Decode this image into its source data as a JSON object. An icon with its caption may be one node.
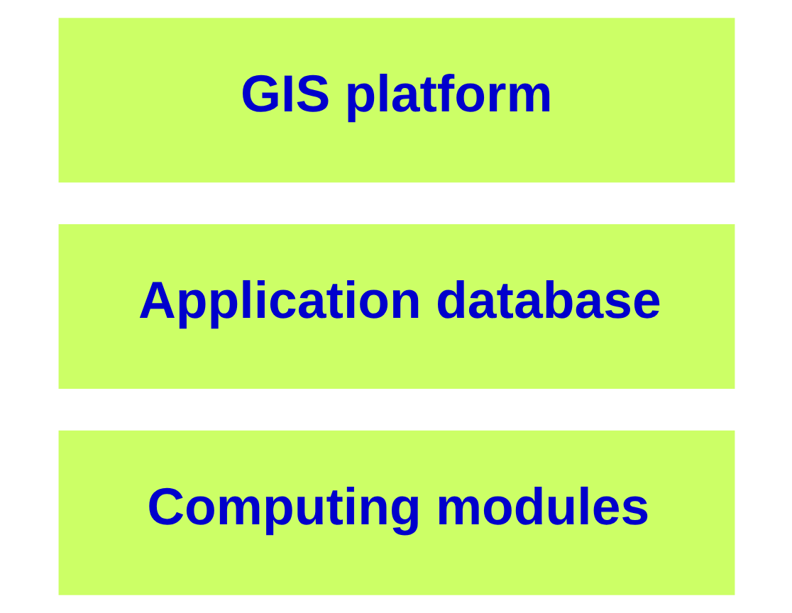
{
  "diagram": {
    "nodes": [
      {
        "text": [
          "GIS platform"
        ]
      },
      {
        "text": [
          "Application database"
        ]
      },
      {
        "text": [
          "Computing modules"
        ]
      }
    ]
  }
}
